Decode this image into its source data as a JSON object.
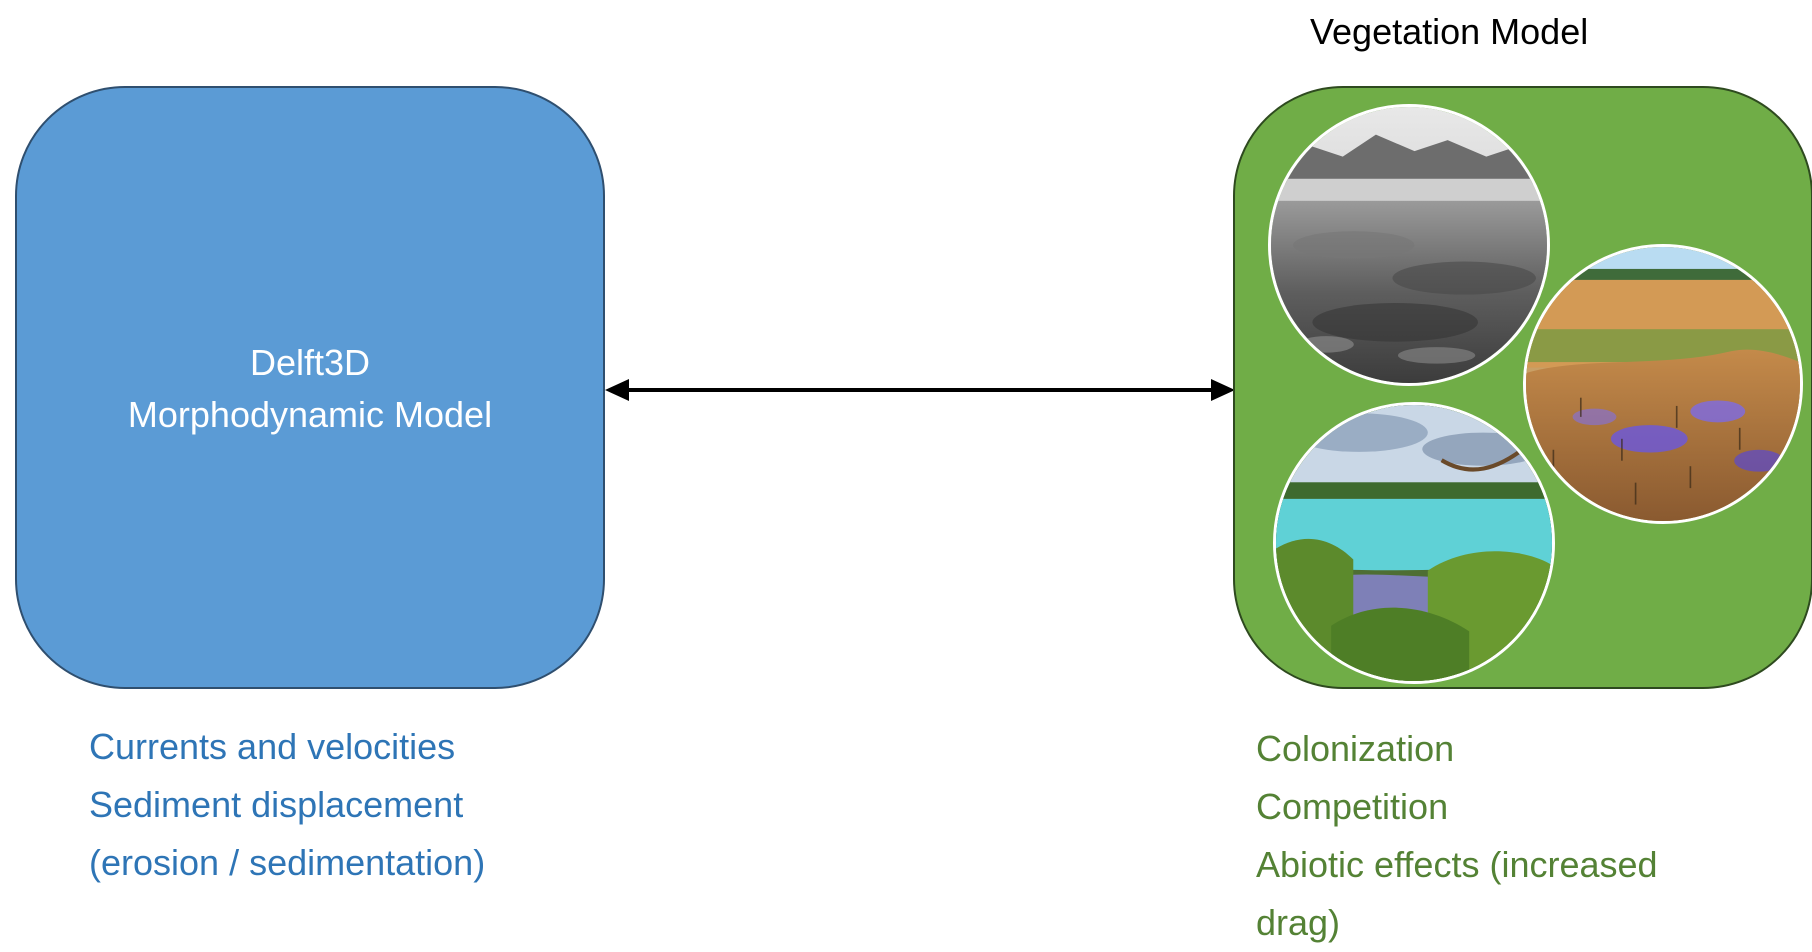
{
  "left_model": {
    "title_line1": "Delft3D",
    "title_line2": "Morphodynamic Model",
    "processes": [
      "Currents and velocities",
      "Sediment displacement",
      "(erosion / sedimentation)"
    ],
    "fill_color": "#5b9bd5",
    "text_color": "#2e75b6"
  },
  "right_model": {
    "title": "Vegetation Model",
    "processes": [
      "Colonization",
      "Competition",
      "Abiotic effects (increased",
      "drag)"
    ],
    "fill_color": "#70ad47",
    "text_color": "#548235",
    "photos": [
      {
        "subject": "bare tidal flat (black and white)",
        "icon": "tidal-flat-photo"
      },
      {
        "subject": "salt marsh with water",
        "icon": "salt-marsh-photo"
      },
      {
        "subject": "mangrove lagoon",
        "icon": "mangrove-photo"
      }
    ]
  },
  "connector": {
    "type": "double-headed-arrow",
    "color": "#000000"
  }
}
